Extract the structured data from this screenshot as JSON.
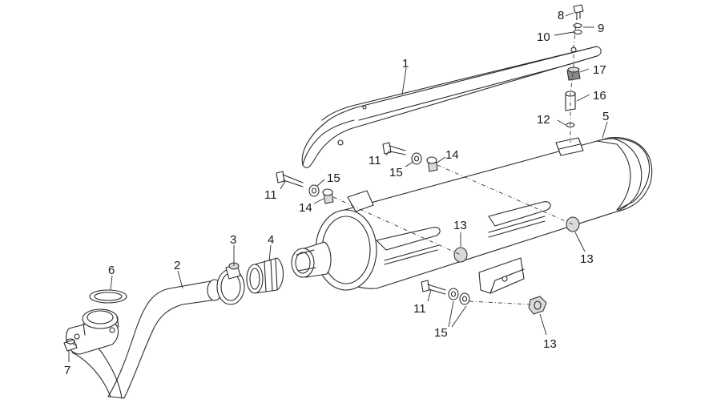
{
  "callouts": [
    {
      "id": "c1",
      "text": "1"
    },
    {
      "id": "c2",
      "text": "2"
    },
    {
      "id": "c3",
      "text": "3"
    },
    {
      "id": "c4",
      "text": "4"
    },
    {
      "id": "c5",
      "text": "5"
    },
    {
      "id": "c6",
      "text": "6"
    },
    {
      "id": "c7",
      "text": "7"
    },
    {
      "id": "c8",
      "text": "8"
    },
    {
      "id": "c9",
      "text": "9"
    },
    {
      "id": "c10",
      "text": "10"
    },
    {
      "id": "c11a",
      "text": "11"
    },
    {
      "id": "c11b",
      "text": "11"
    },
    {
      "id": "c11c",
      "text": "11"
    },
    {
      "id": "c12",
      "text": "12"
    },
    {
      "id": "c13a",
      "text": "13"
    },
    {
      "id": "c13b",
      "text": "13"
    },
    {
      "id": "c13c",
      "text": "13"
    },
    {
      "id": "c14a",
      "text": "14"
    },
    {
      "id": "c14b",
      "text": "14"
    },
    {
      "id": "c15a",
      "text": "15"
    },
    {
      "id": "c15b",
      "text": "15"
    },
    {
      "id": "c15c",
      "text": "15"
    },
    {
      "id": "c16",
      "text": "16"
    },
    {
      "id": "c17",
      "text": "17"
    }
  ]
}
